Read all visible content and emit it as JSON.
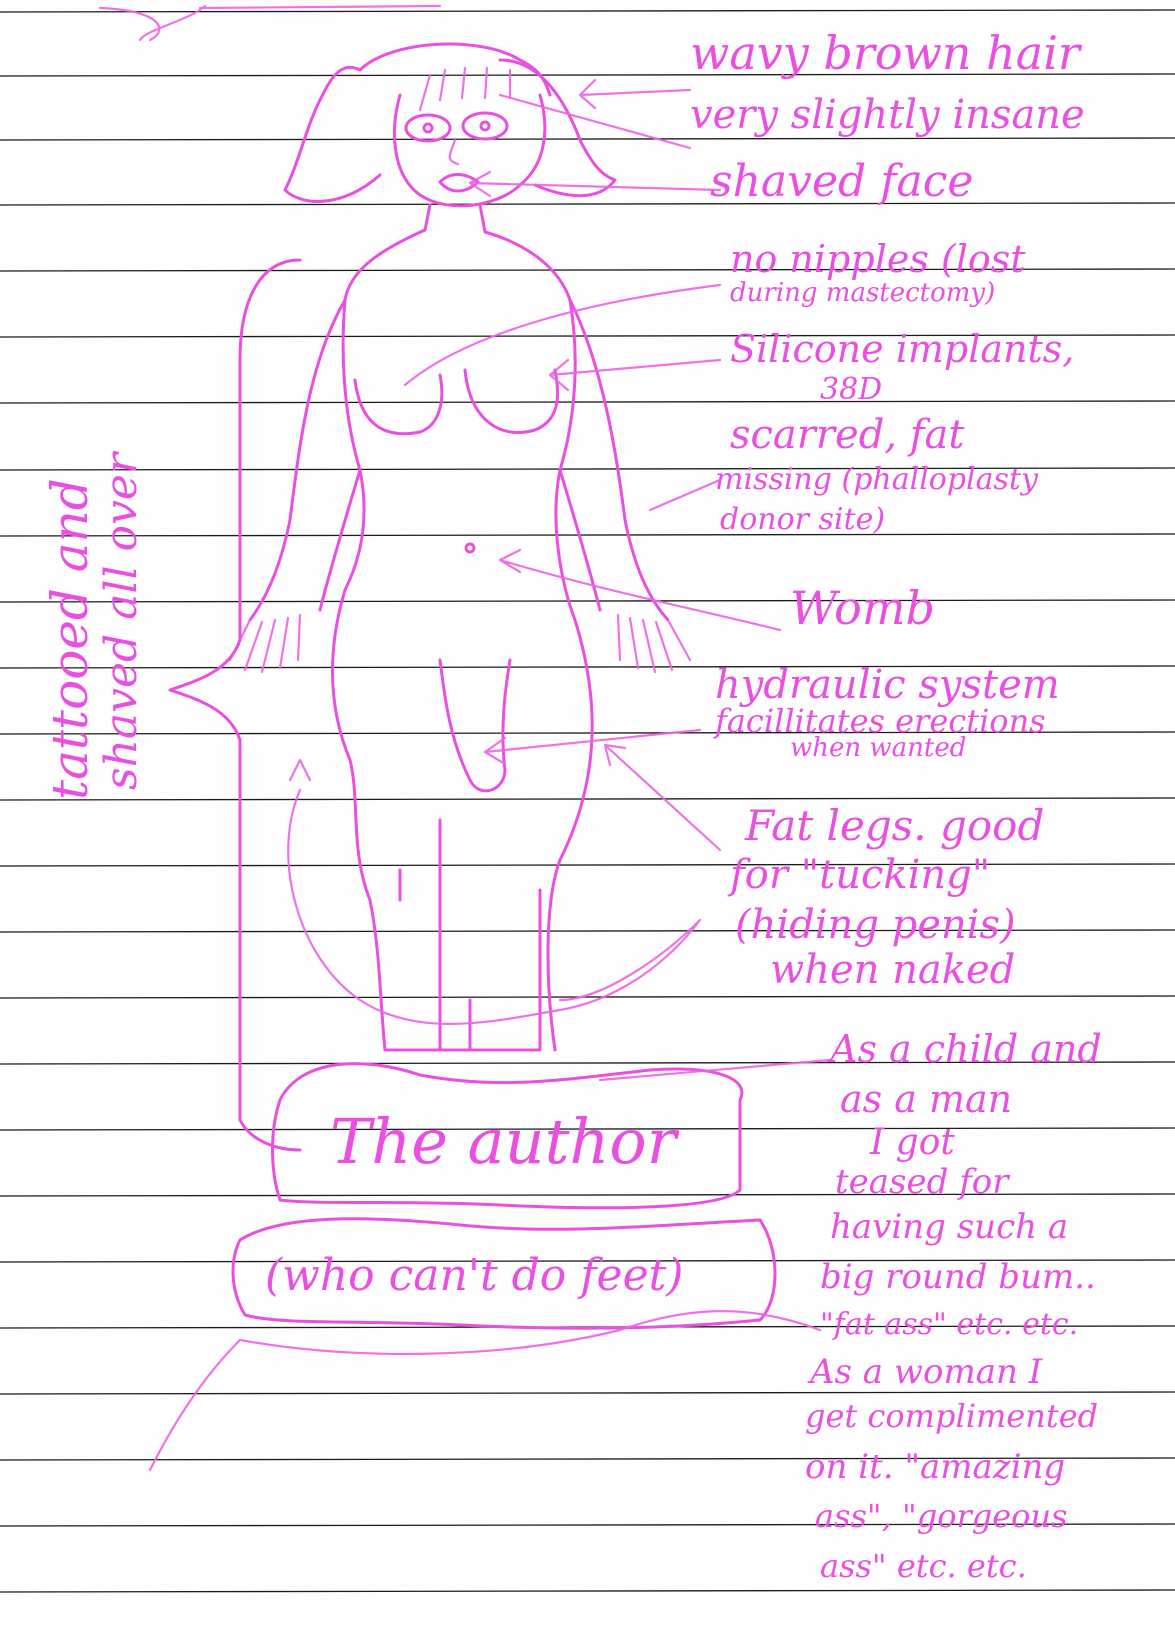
{
  "ink_color": "#e94fe0",
  "line_color": "#1c1c1c",
  "paper_color": "#fefefe",
  "annotations": {
    "hair": "wavy brown hair",
    "eyes": "very slightly insane",
    "face": "shaved face",
    "nipples_1": "no nipples (lost",
    "nipples_2": "during mastectomy)",
    "implants_1": "Silicone implants,",
    "implants_2": "38D",
    "arm_1": "scarred, fat",
    "arm_2": "missing (phalloplasty",
    "arm_3": "donor site)",
    "womb": "Womb",
    "hydraulic_1": "hydraulic system",
    "hydraulic_2": "facillitates erections",
    "hydraulic_3": "when wanted",
    "legs_1": "Fat legs. good",
    "legs_2": "for \"tucking\"",
    "legs_3": "(hiding penis)",
    "legs_4": "when naked",
    "bum_1": "As a child and",
    "bum_2": "as a man",
    "bum_3": "I got",
    "bum_4": "teased for",
    "bum_5": "having such a",
    "bum_6": "big round bum..",
    "bum_7": "\"fat ass\" etc. etc.",
    "bum_8": "As a woman I",
    "bum_9": "get complimented",
    "bum_10": "on it. \"amazing",
    "bum_11": "ass\", \"gorgeous",
    "bum_12": "ass\" etc. etc."
  },
  "side_text": {
    "line_1": "tattooed and",
    "line_2": "shaved all over"
  },
  "banner": {
    "title": "The author",
    "subtitle": "(who can't do feet)"
  }
}
